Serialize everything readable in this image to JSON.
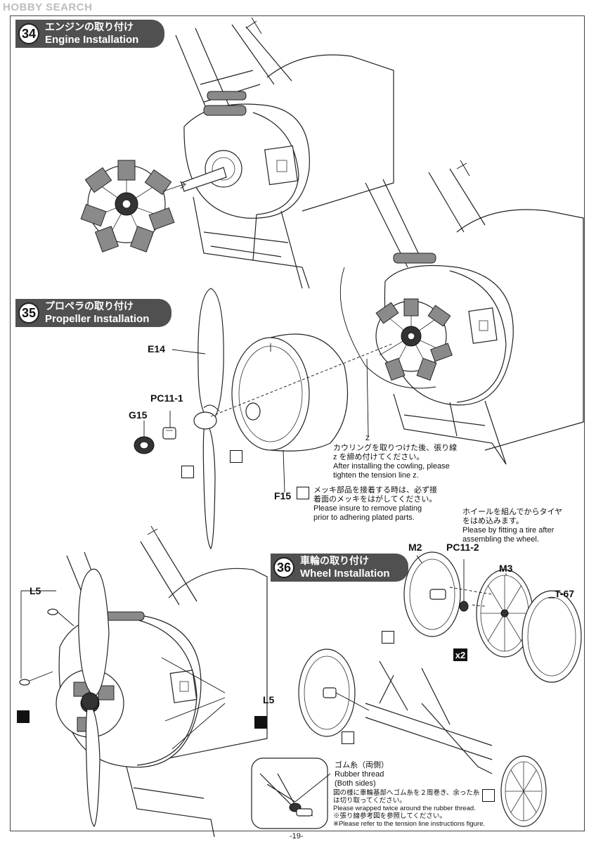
{
  "watermark": "HOBBY SEARCH",
  "page_number": "-19-",
  "steps": [
    {
      "number": "34",
      "title_jp": "エンジンの取り付け",
      "title_en": "Engine Installation"
    },
    {
      "number": "35",
      "title_jp": "プロペラの取り付け",
      "title_en": "Propeller Installation"
    },
    {
      "number": "36",
      "title_jp": "車輪の取り付け",
      "title_en": "Wheel Installation"
    }
  ],
  "parts": {
    "e14": "E14",
    "pc11_1": "PC11-1",
    "g15": "G15",
    "f15": "F15",
    "z": "z",
    "m2": "M2",
    "pc11_2": "PC11-2",
    "m3": "M3",
    "t67": "T-67",
    "l5_left": "L5",
    "l5_right": "L5"
  },
  "notes": {
    "cowling": {
      "jp": "カウリングを取りつけた後、張り線",
      "jp2": "z を締め付けてください。",
      "en": "After installing the cowling, please",
      "en2": "tighten the tension line z."
    },
    "plating": {
      "jp": "メッキ部品を接着する時は、必ず接",
      "jp2": "着面のメッキをはがしてください。",
      "en": "Please insure to remove plating",
      "en2": "prior to adhering plated parts."
    },
    "wheel": {
      "jp": "ホイールを組んでからタイヤ",
      "jp2": "をはめ込みます。",
      "en": "Please by fitting a tire after",
      "en2": "assembling the wheel."
    },
    "rubber": {
      "jp": "ゴム糸（両側）",
      "en": "Rubber thread",
      "en2": "(Both sides)",
      "jp_detail": "図の様に車輪基部へゴム糸を２周巻き、余った糸",
      "jp_detail2": "は切り取ってください。",
      "en_detail": "Please wrapped twice around the rubber thread.",
      "jp_ref": "※張り線参考図を参照してください。",
      "en_ref": "※Please refer to the tension line instructions figure."
    }
  },
  "multiplier": "x2"
}
